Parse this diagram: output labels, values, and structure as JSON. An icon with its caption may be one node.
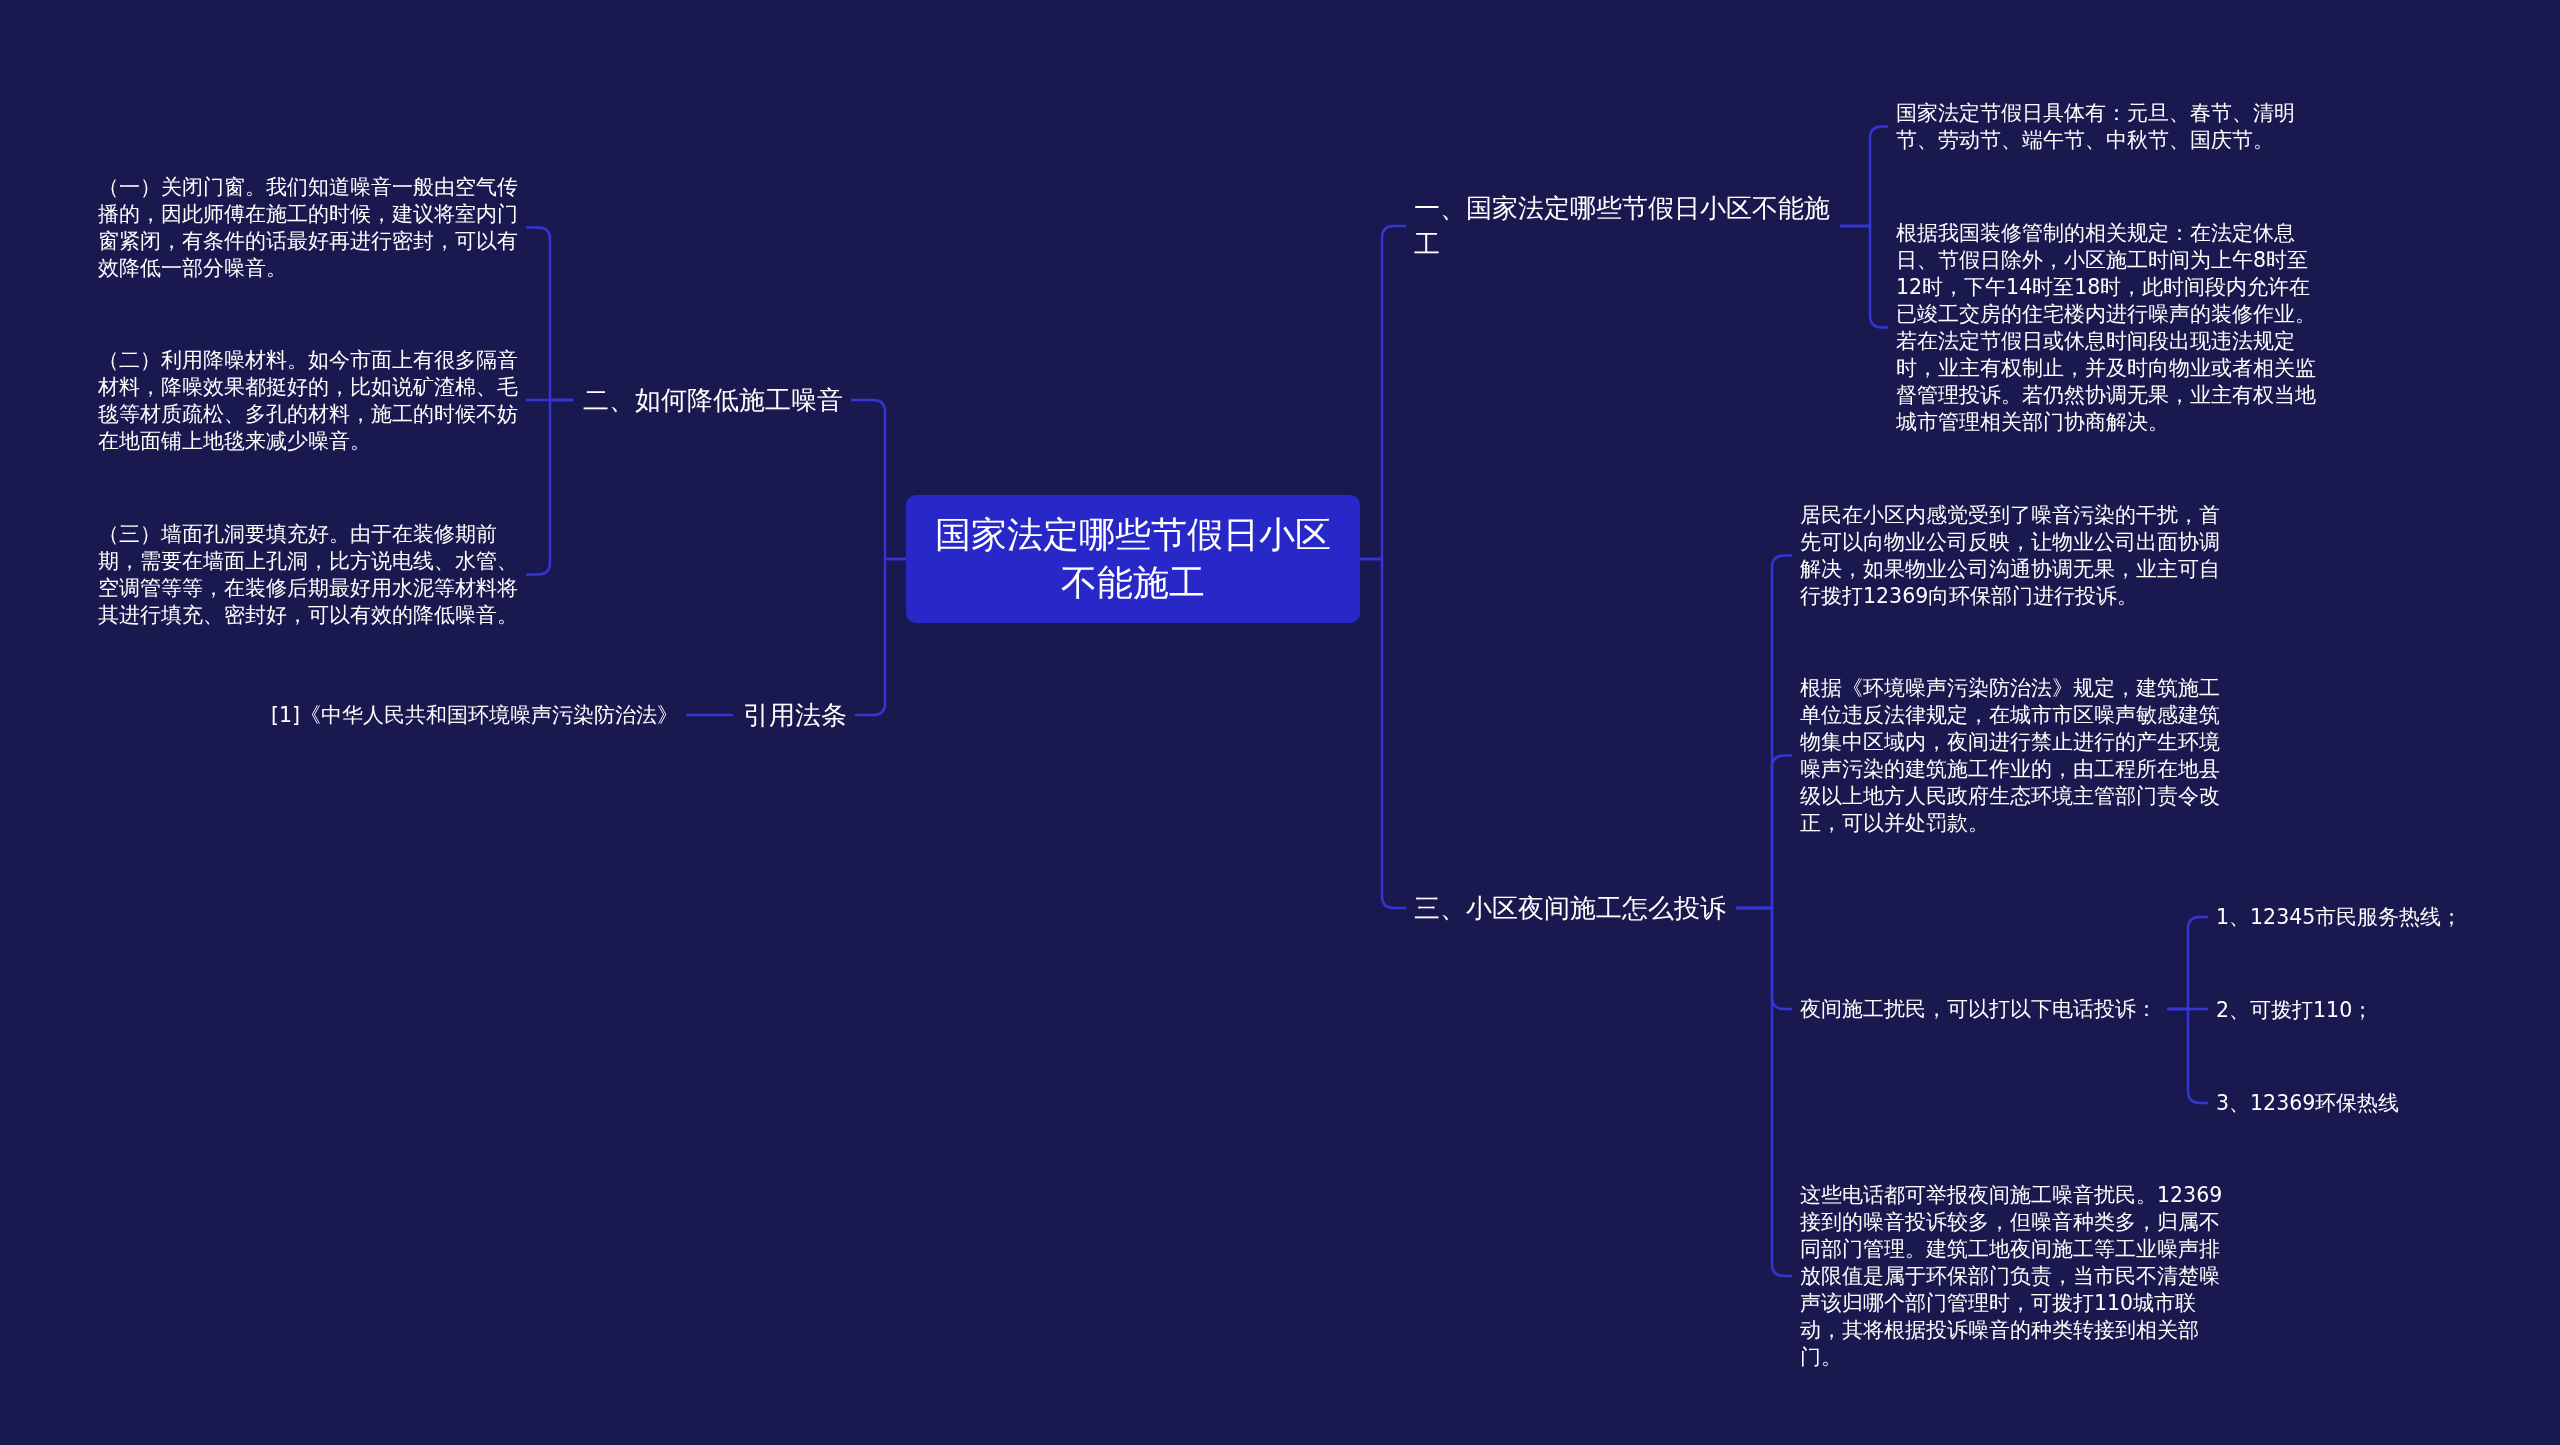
{
  "diagram": {
    "nodes": [
      {
        "text": [
          "国家法定哪些节假日小区不能施工"
        ]
      },
      {
        "text": [
          "一、国家法定哪些节假日小区不能施工"
        ]
      },
      {
        "text": [
          "国家法定节假日具体有：元旦、春节、清明节、劳动节、端午节、中秋节、国庆节。"
        ]
      },
      {
        "text": [
          "根据我国装修管制的相关规定：在法定休息日、节假日除外，小区施工时间为上午8时至12时，下午14时至18时，此时间段内允许在已竣工交房的住宅楼内进行噪声的装修作业。若在法定节假日或休息时间段出现违法规定时，业主有权制止，并及时向物业或者相关监督管理投诉。若仍然协调无果，业主有权当地城市管理相关部门协商解决。"
        ]
      },
      {
        "text": [
          "二、如何降低施工噪音"
        ]
      },
      {
        "text": [
          "（一）关闭门窗。我们知道噪音一般由空气传播的，因此师傅在施工的时候，建议将室内门窗紧闭，有条件的话最好再进行密封，可以有效降低一部分噪音。"
        ]
      },
      {
        "text": [
          "（二）利用降噪材料。如今市面上有很多隔音材料，降噪效果都挺好的，比如说矿渣棉、毛毯等材质疏松、多孔的材料，施工的时候不妨在地面铺上地毯来减少噪音。"
        ]
      },
      {
        "text": [
          "（三）墙面孔洞要填充好。由于在装修期前期，需要在墙面上孔洞，比方说电线、水管、空调管等等，在装修后期最好用水泥等材料将其进行填充、密封好，可以有效的降低噪音。"
        ]
      },
      {
        "text": [
          "引用法条"
        ]
      },
      {
        "text": [
          "[1]《中华人民共和国环境噪声污染防治法》"
        ]
      },
      {
        "text": [
          "三、小区夜间施工怎么投诉"
        ]
      },
      {
        "text": [
          "居民在小区内感觉受到了噪音污染的干扰，首先可以向物业公司反映，让物业公司出面协调解决，如果物业公司沟通协调无果，业主可自行拨打12369向环保部门进行投诉。"
        ]
      },
      {
        "text": [
          "根据《环境噪声污染防治法》规定，建筑施工单位违反法律规定，在城市市区噪声敏感建筑物集中区域内，夜间进行禁止进行的产生环境噪声污染的建筑施工作业的，由工程所在地县级以上地方人民政府生态环境主管部门责令改正，可以并处罚款。"
        ]
      },
      {
        "text": [
          "夜间施工扰民，可以打以下电话投诉："
        ]
      },
      {
        "text": [
          "1、12345市民服务热线；"
        ]
      },
      {
        "text": [
          "2、可拨打110；"
        ]
      },
      {
        "text": [
          "3、12369环保热线"
        ]
      },
      {
        "text": [
          "这些电话都可举报夜间施工噪音扰民。12369接到的噪音投诉较多，但噪音种类多，归属不同部门管理。建筑工地夜间施工等工业噪声排放限值是属于环保部门负责，当市民不清楚噪声该归哪个部门管理时，可拨打110城市联动，其将根据投诉噪音的种类转接到相关部门。"
        ]
      }
    ],
    "edges": [
      {
        "from": 0,
        "to": 1,
        "arrow": "none"
      },
      {
        "from": 1,
        "to": 2,
        "arrow": "none"
      },
      {
        "from": 1,
        "to": 3,
        "arrow": "none"
      },
      {
        "from": 0,
        "to": 4,
        "arrow": "none"
      },
      {
        "from": 4,
        "to": 5,
        "arrow": "none"
      },
      {
        "from": 4,
        "to": 6,
        "arrow": "none"
      },
      {
        "from": 4,
        "to": 7,
        "arrow": "none"
      },
      {
        "from": 0,
        "to": 8,
        "arrow": "none"
      },
      {
        "from": 8,
        "to": 9,
        "arrow": "none"
      },
      {
        "from": 0,
        "to": 10,
        "arrow": "none"
      },
      {
        "from": 10,
        "to": 11,
        "arrow": "none"
      },
      {
        "from": 10,
        "to": 12,
        "arrow": "none"
      },
      {
        "from": 10,
        "to": 13,
        "arrow": "none"
      },
      {
        "from": 13,
        "to": 14,
        "arrow": "none"
      },
      {
        "from": 13,
        "to": 15,
        "arrow": "none"
      },
      {
        "from": 13,
        "to": 16,
        "arrow": "none"
      },
      {
        "from": 10,
        "to": 17,
        "arrow": "none"
      }
    ]
  }
}
